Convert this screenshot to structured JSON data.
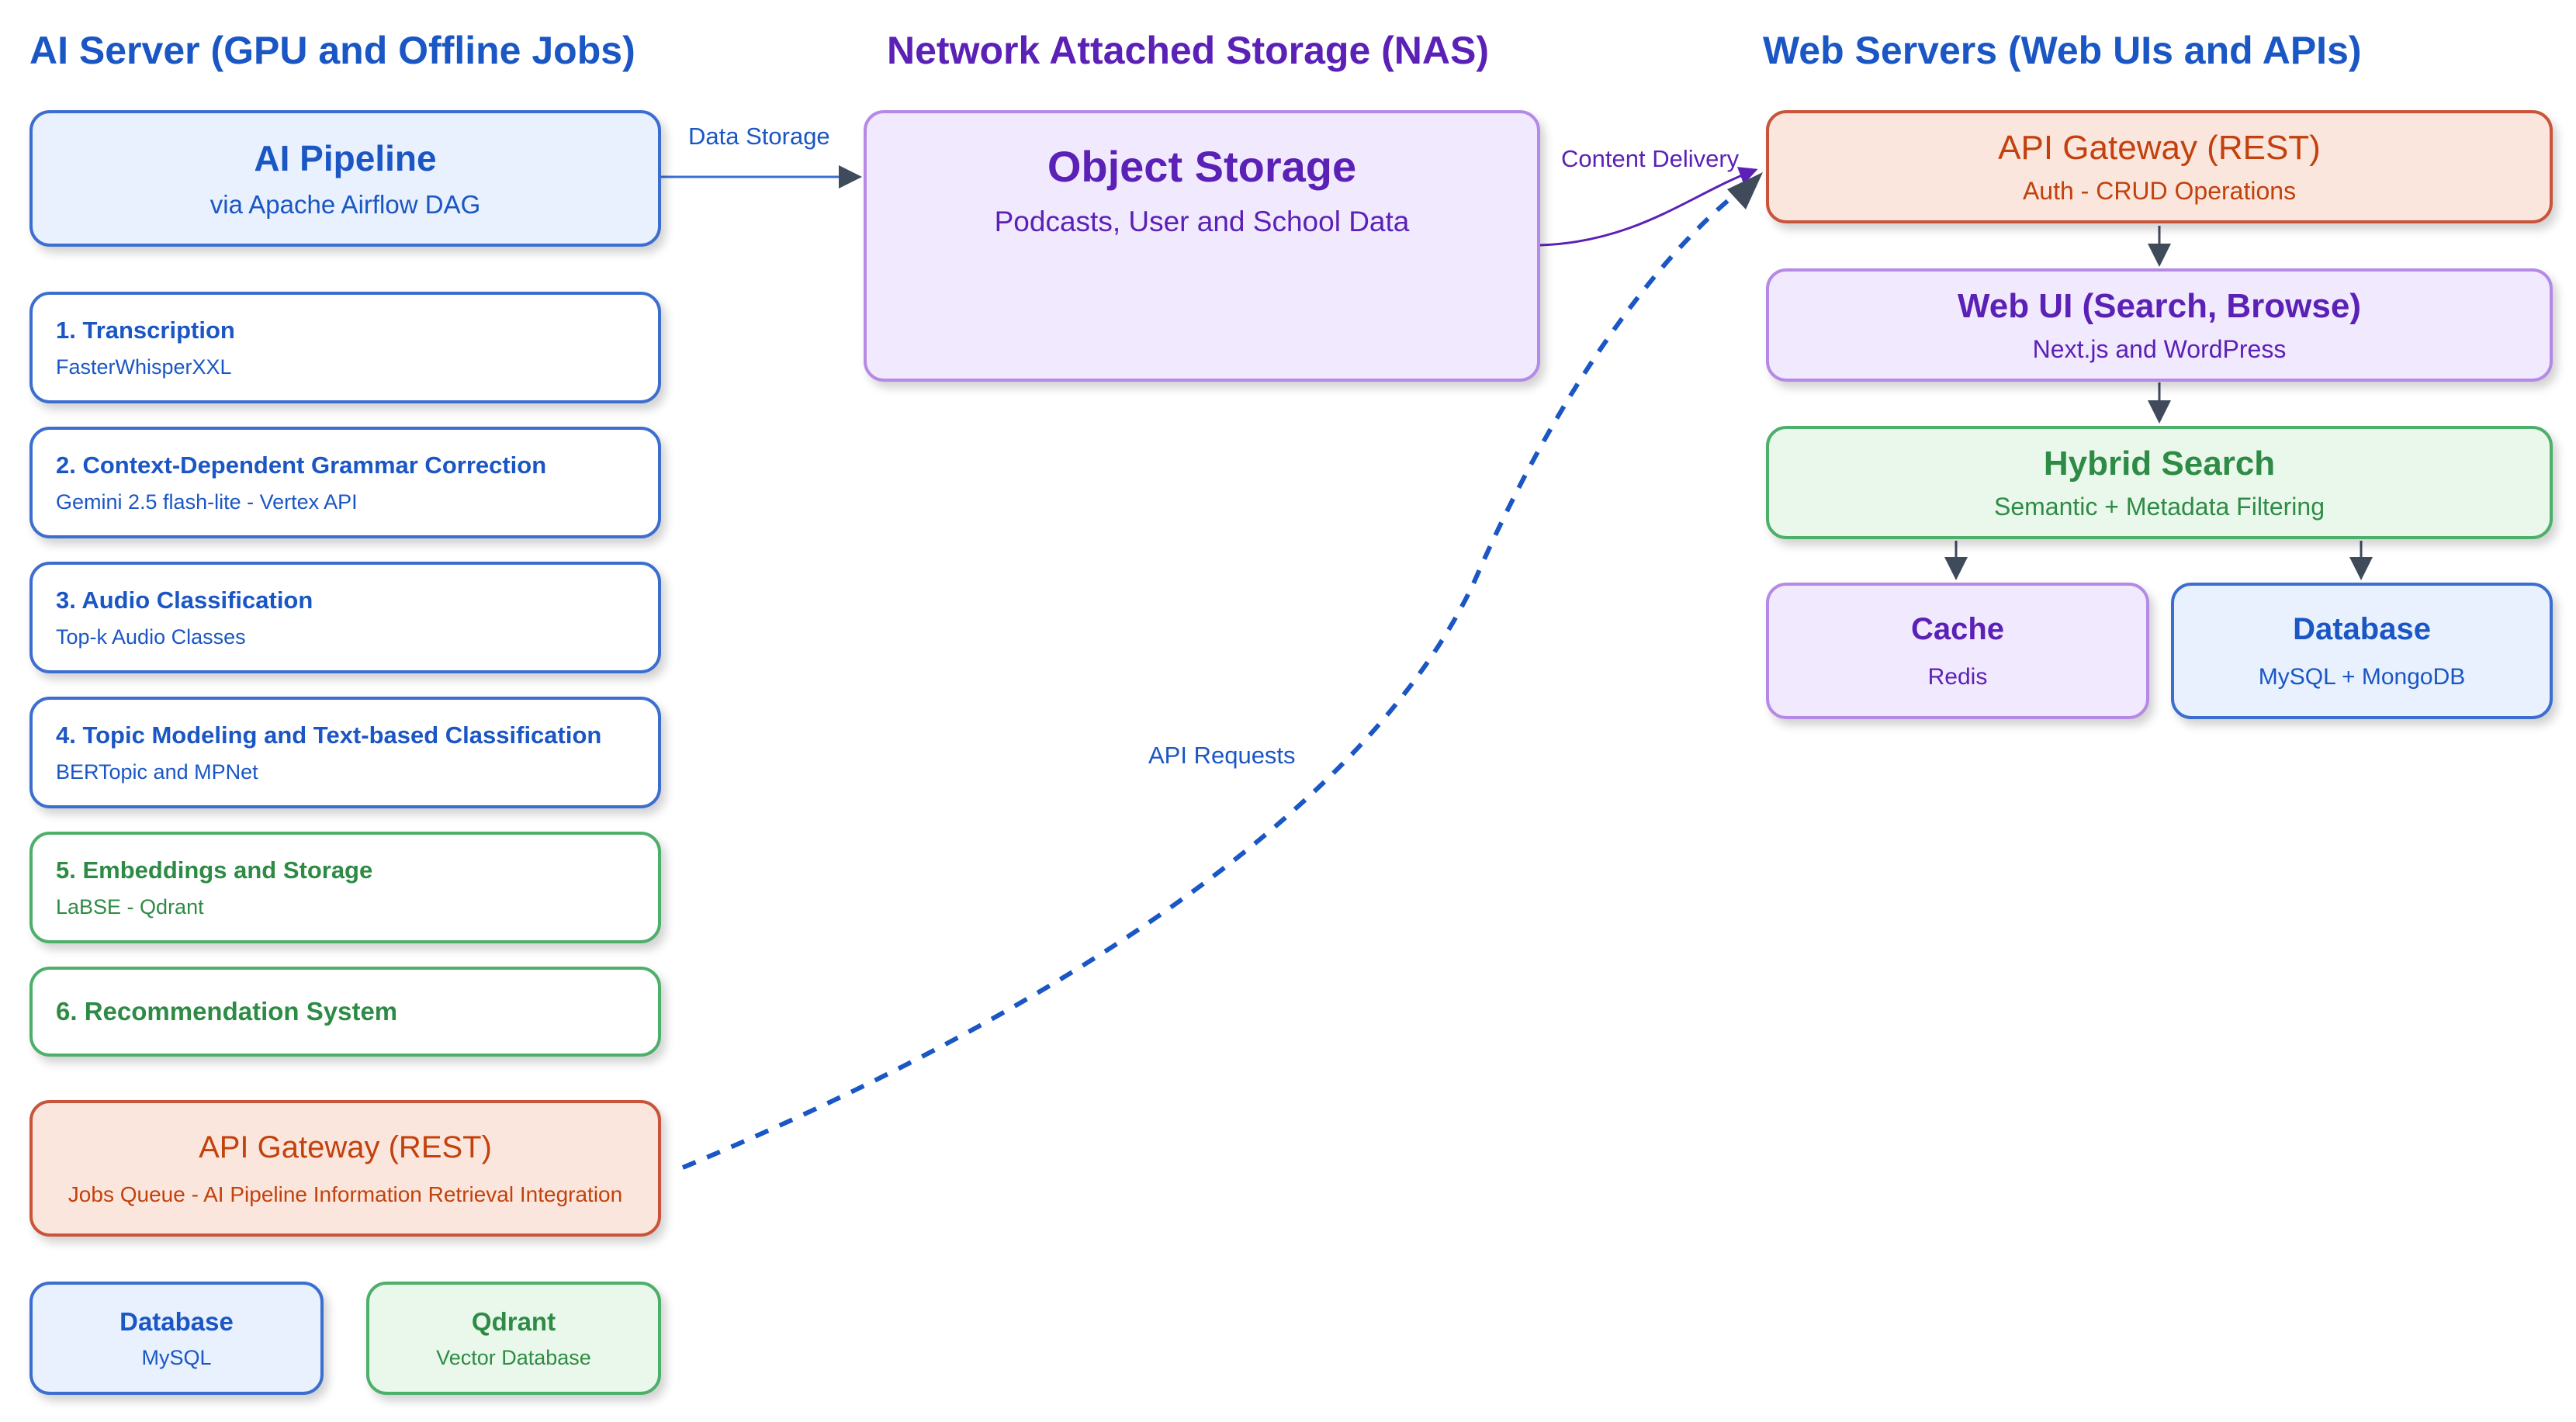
{
  "columns": {
    "ai_server": "AI Server (GPU and Offline Jobs)",
    "nas": "Network Attached Storage (NAS)",
    "web_servers": "Web Servers (Web UIs and APIs)"
  },
  "ai_pipeline": {
    "title": "AI Pipeline",
    "subtitle": "via Apache Airflow DAG"
  },
  "steps": [
    {
      "title": "1. Transcription",
      "subtitle": "FasterWhisperXXL"
    },
    {
      "title": "2. Context-Dependent Grammar Correction",
      "subtitle": "Gemini 2.5 flash-lite - Vertex API"
    },
    {
      "title": "3. Audio Classification",
      "subtitle": "Top-k Audio Classes"
    },
    {
      "title": "4. Topic Modeling and Text-based Classification",
      "subtitle": "BERTopic and MPNet"
    },
    {
      "title": "5. Embeddings and Storage",
      "subtitle": "LaBSE - Qdrant"
    },
    {
      "title": "6. Recommendation System",
      "subtitle": ""
    }
  ],
  "ai_gateway": {
    "title": "API Gateway (REST)",
    "subtitle": "Jobs Queue - AI Pipeline Information Retrieval Integration"
  },
  "ai_database": {
    "title": "Database",
    "subtitle": "MySQL"
  },
  "qdrant": {
    "title": "Qdrant",
    "subtitle": "Vector Database"
  },
  "object_storage": {
    "title": "Object Storage",
    "subtitle": "Podcasts, User and School Data"
  },
  "web_gateway": {
    "title": "API Gateway (REST)",
    "subtitle": "Auth - CRUD Operations"
  },
  "web_ui": {
    "title": "Web UI (Search, Browse)",
    "subtitle": "Next.js and WordPress"
  },
  "hybrid_search": {
    "title": "Hybrid Search",
    "subtitle": "Semantic + Metadata Filtering"
  },
  "cache": {
    "title": "Cache",
    "subtitle": "Redis"
  },
  "web_database": {
    "title": "Database",
    "subtitle": "MySQL + MongoDB"
  },
  "connections": {
    "data_storage": "Data Storage",
    "content_delivery": "Content Delivery",
    "api_requests": "API Requests"
  },
  "colors": {
    "blue": "#1a56c4",
    "green": "#2e8b45",
    "purple": "#5b21b6",
    "orange": "#c2410c",
    "arrow_dark": "#3f4a5a"
  }
}
